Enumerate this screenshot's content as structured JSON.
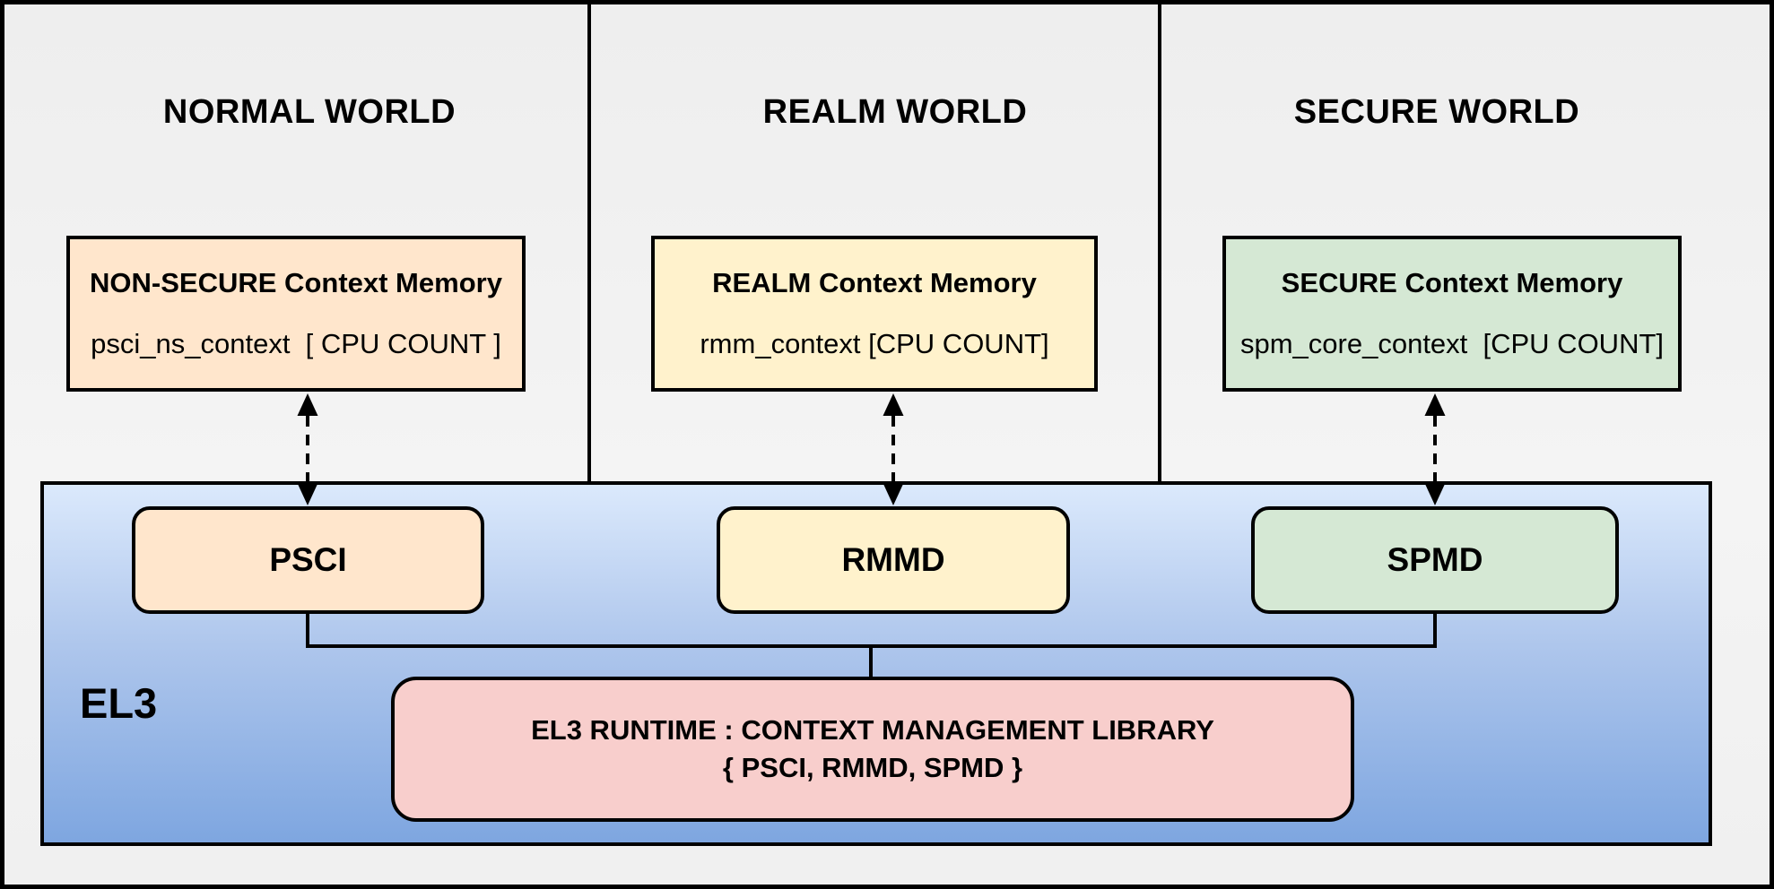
{
  "diagram": {
    "title_hint": "EL3 Runtime Context Management architecture",
    "worlds": [
      {
        "title": "NORMAL WORLD",
        "memory": {
          "title": "NON-SECURE Context Memory",
          "value": "psci_ns_context  [ CPU COUNT ]"
        },
        "component": "PSCI"
      },
      {
        "title": "REALM WORLD",
        "memory": {
          "title": "REALM Context Memory",
          "value": "rmm_context [CPU COUNT]"
        },
        "component": "RMMD"
      },
      {
        "title": "SECURE WORLD",
        "memory": {
          "title": "SECURE Context Memory",
          "value": "spm_core_context  [CPU COUNT]"
        },
        "component": "SPMD"
      }
    ],
    "el3": {
      "label": "EL3",
      "runtime_line1": "EL3 RUNTIME : CONTEXT MANAGEMENT LIBRARY",
      "runtime_line2": "{ PSCI, RMMD, SPMD }"
    },
    "colors": {
      "normal_fill": "#FFE6CC",
      "realm_fill": "#FFF2CC",
      "secure_fill": "#D5E8D4",
      "runtime_fill": "#F8CECC",
      "el3_gradient_top": "#DBE9FC",
      "el3_gradient_bottom": "#7EA6E0",
      "panel_background": "#F2F2F2",
      "stroke": "#000000"
    }
  }
}
